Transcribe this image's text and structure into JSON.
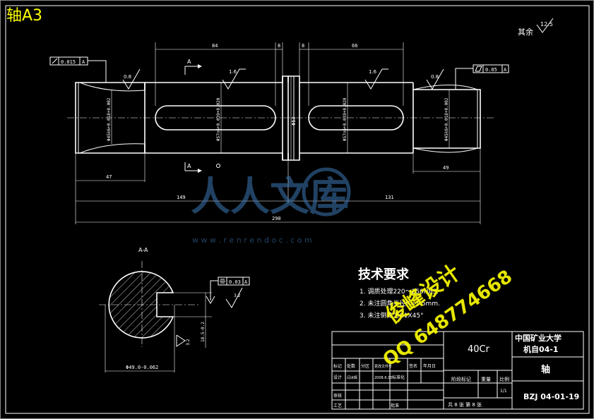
{
  "sheet": {
    "corner_title": "轴A3",
    "roughness_note_label": "其余",
    "roughness_note_value": "12.5"
  },
  "dims": {
    "d84": "84",
    "d8a": "8",
    "d8b": "8",
    "d66": "66",
    "d47": "47",
    "d49": "49",
    "d149": "149",
    "d131": "131",
    "d290": "290",
    "phi53": "Φ53",
    "phi45_left": "Φ45k6+0.018+0.002",
    "phi45_right": "Φ45k6+0.018+0.002",
    "phi57_left": "Φ57n6+0.039+0.020",
    "phi57_right": "Φ57n6+0.039+0.020",
    "r_left_a": "0.8",
    "r_left_b": "1.6",
    "r_right_b": "1.6",
    "r_right_a": "0.8"
  },
  "tolerances": {
    "left": {
      "value": "0.015",
      "datum": "A"
    },
    "right": {
      "value": "0.05",
      "datum": "A"
    },
    "section": {
      "value": "0.03",
      "datum": "A"
    }
  },
  "section": {
    "label": "A-A",
    "letter_top": "A",
    "letter_bottom": "A",
    "dia": "Φ49.0-0.062",
    "key_depth": "18.5-0.2",
    "r32": "3.2",
    "r32b": "3.2"
  },
  "tech": {
    "heading": "技术要求",
    "items": [
      "1. 调质处理220～250HBS.",
      "2. 未注圆角半径R=1.5mm.",
      "3. 未注倒角为C1X45°"
    ]
  },
  "title_block": {
    "material": "40Cr",
    "school": "中国矿业大学",
    "class": "机自04-1",
    "part": "轴",
    "drawing_no": "BZJ 04-01-19",
    "stage_mark": "阶段标记",
    "weight": "重量",
    "scale": "比例",
    "scale_val": "1/1",
    "sheets": "共 8 张 第 8 张",
    "row_headers": [
      "标记",
      "处数",
      "分区",
      "更改文件号",
      "签名",
      "年月日"
    ],
    "design": "设计",
    "designer": "闫冰辉",
    "design_date": "2008.6.15",
    "std": "标准化",
    "check": "审核",
    "process": "工艺",
    "approve": "批准"
  },
  "watermarks": {
    "site_big": "人人文库",
    "site_url": "w w w . r e n r e n d o c . c o m",
    "stamp_line1": "QQ 648774668",
    "stamp_line2": "俊峰设计"
  }
}
